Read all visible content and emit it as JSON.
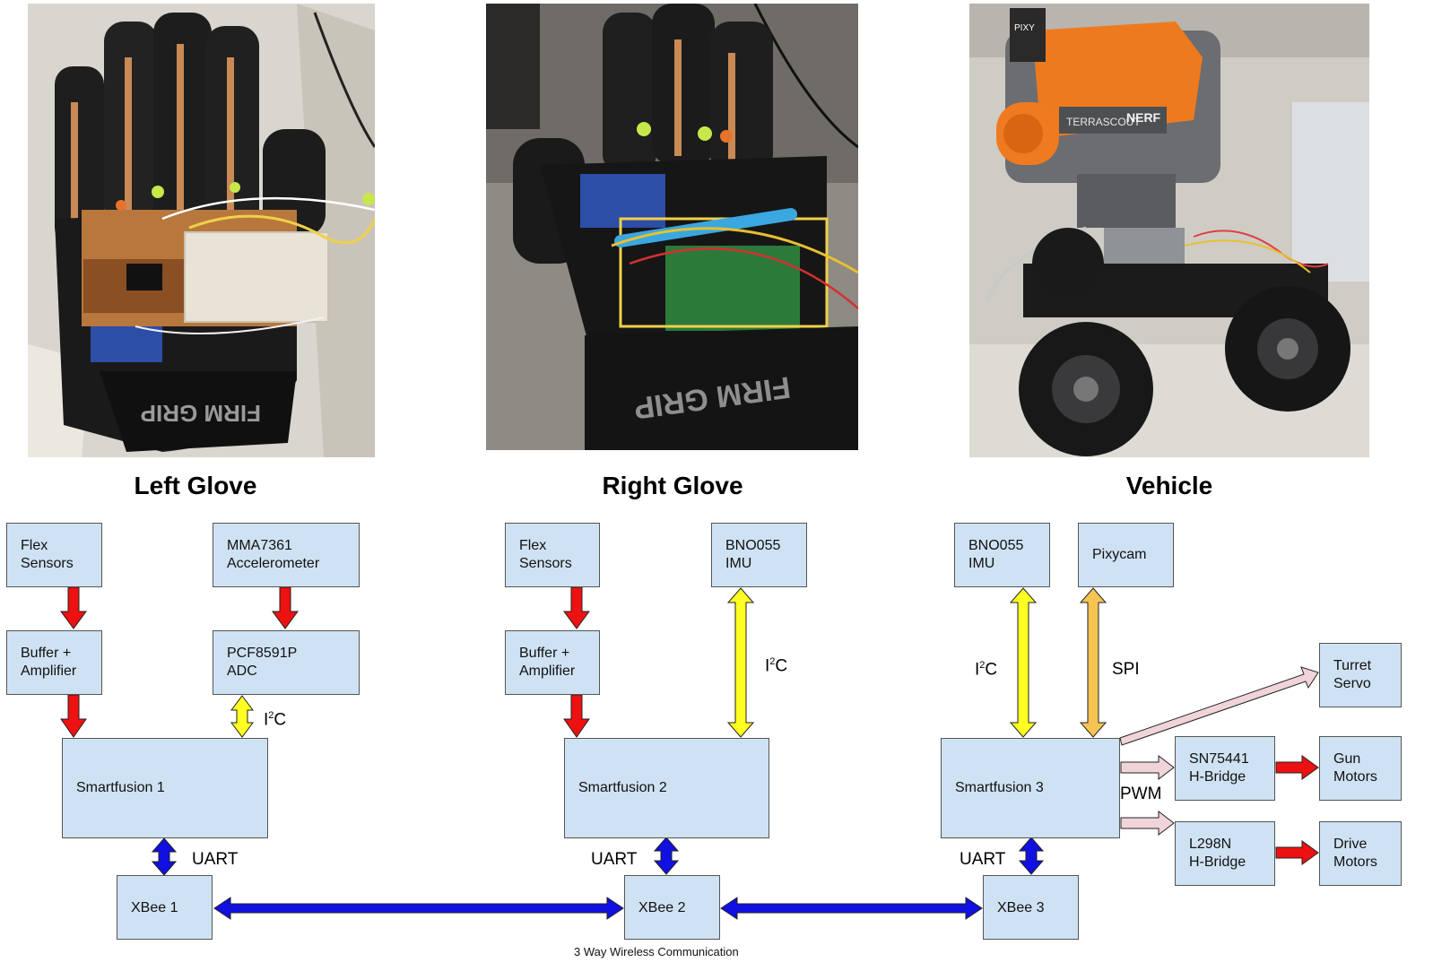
{
  "sections": {
    "left": "Left Glove",
    "right": "Right Glove",
    "vehicle": "Vehicle"
  },
  "photos": {
    "left": {
      "glove_text": "FIRM GRIP"
    },
    "right": {
      "glove_text": "FIRM GRIP"
    },
    "vehicle": {
      "brand_text": "NERF",
      "model_text": "TERRASCOUT",
      "camera_text": "PIXY"
    }
  },
  "boxes": {
    "lg_flex": [
      "Flex",
      "Sensors"
    ],
    "lg_accel": [
      "MMA7361",
      "Accelerometer"
    ],
    "lg_buffer": [
      "Buffer +",
      "Amplifier"
    ],
    "lg_adc": [
      "PCF8591P",
      "ADC"
    ],
    "lg_sf": [
      "Smartfusion 1"
    ],
    "xbee1": [
      "XBee 1"
    ],
    "rg_flex": [
      "Flex",
      "Sensors"
    ],
    "rg_imu": [
      "BNO055",
      "IMU"
    ],
    "rg_buffer": [
      "Buffer +",
      "Amplifier"
    ],
    "rg_sf": [
      "Smartfusion 2"
    ],
    "xbee2": [
      "XBee 2"
    ],
    "v_imu": [
      "BNO055",
      "IMU"
    ],
    "v_pixy": [
      "Pixycam"
    ],
    "v_sf": [
      "Smartfusion 3"
    ],
    "xbee3": [
      "XBee 3"
    ],
    "v_servo": [
      "Turret",
      "Servo"
    ],
    "v_sn": [
      "SN75441",
      "H-Bridge"
    ],
    "v_gun": [
      "Gun",
      "Motors"
    ],
    "v_l298": [
      "L298N",
      "H-Bridge"
    ],
    "v_drive": [
      "Drive",
      "Motors"
    ]
  },
  "labels": {
    "lg_i2c": {
      "base": "I",
      "sup": "2",
      "rest": "C"
    },
    "rg_i2c": {
      "base": "I",
      "sup": "2",
      "rest": "C"
    },
    "v_i2c": {
      "base": "I",
      "sup": "2",
      "rest": "C"
    },
    "v_spi": "SPI",
    "v_pwm": "PWM",
    "lg_uart": "UART",
    "rg_uart": "UART",
    "v_uart": "UART"
  },
  "caption": "3 Way Wireless Communication",
  "colors": {
    "box_fill": "#cfe2f3",
    "analog_arrow": "#ee1111",
    "i2c_arrow": "#ffff22",
    "spi_arrow": "#f6c453",
    "uart_arrow": "#1010e0",
    "pwm_arrow": "#f0d4da"
  }
}
